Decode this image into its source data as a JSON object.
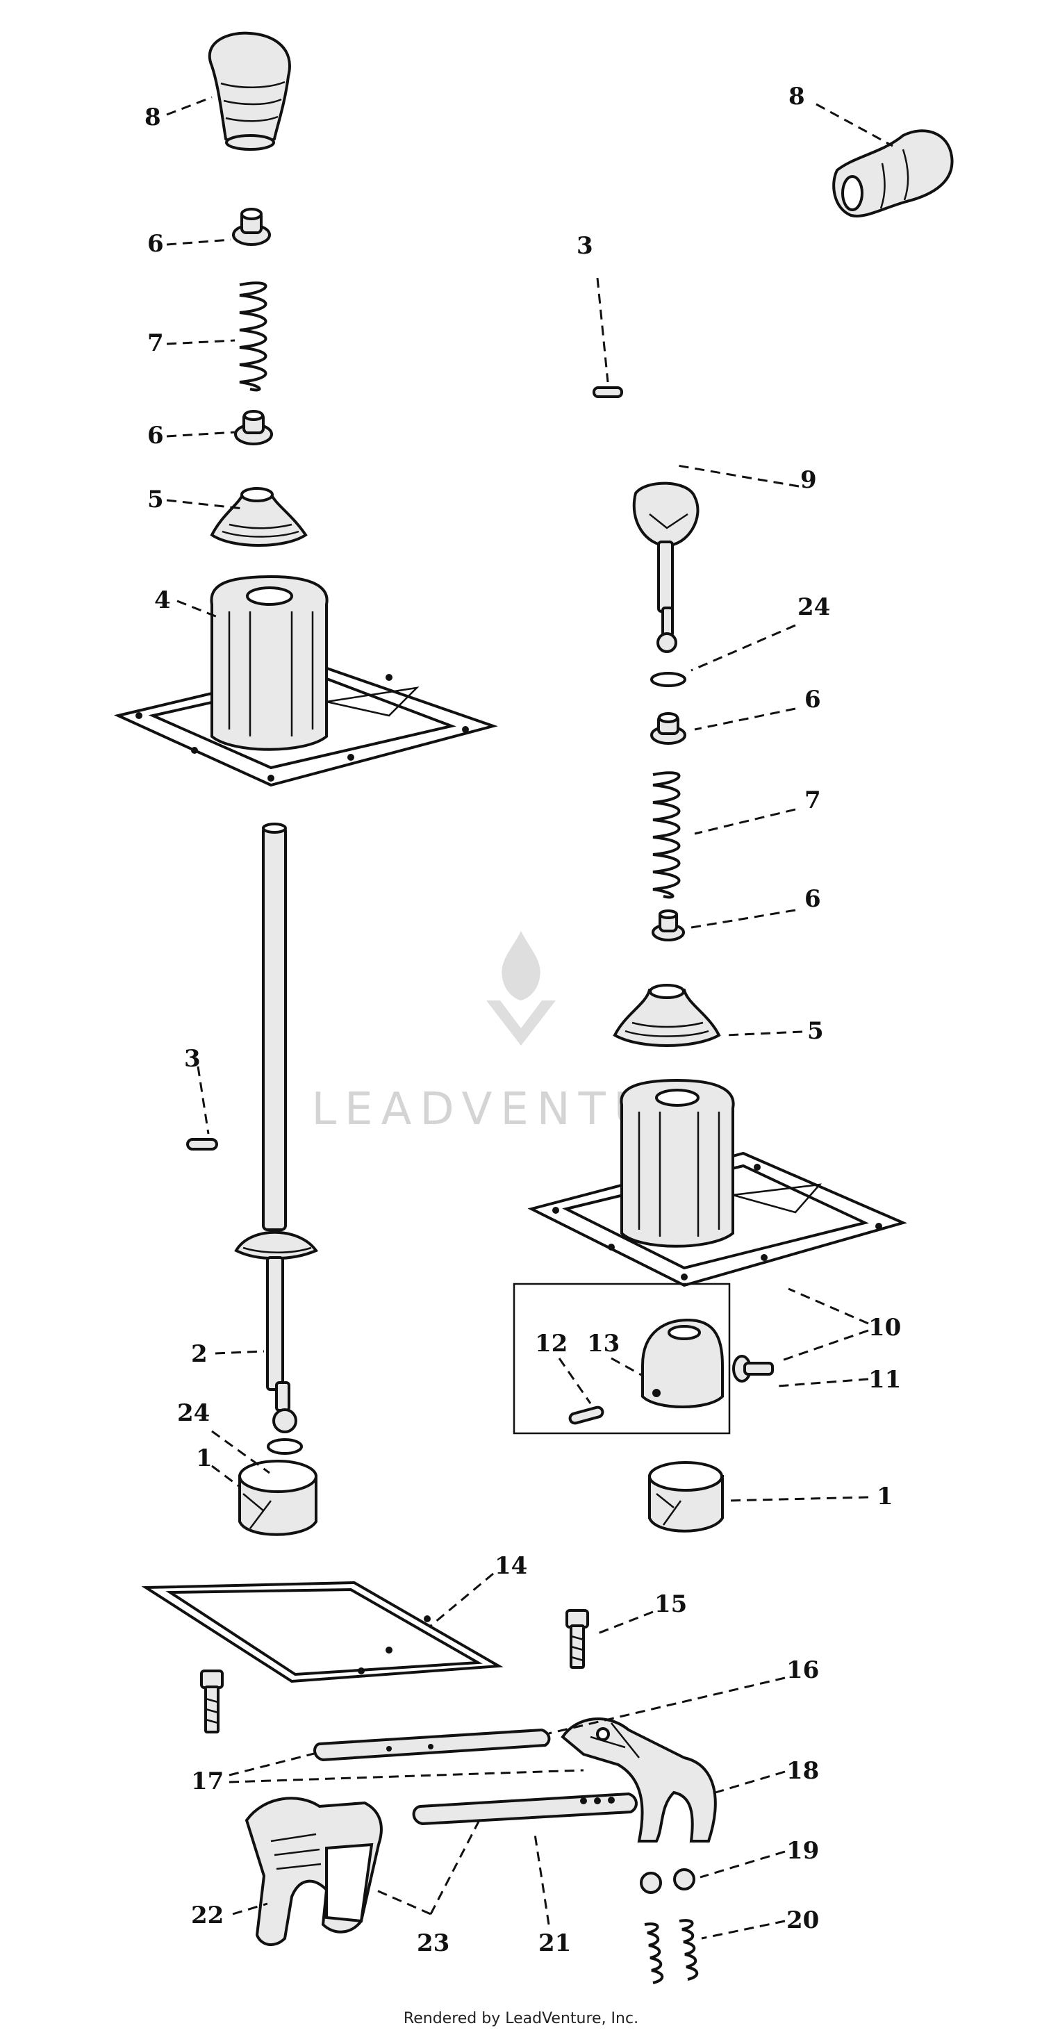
{
  "callouts": {
    "c8a": "8",
    "c6a": "6",
    "c7a": "7",
    "c6b": "6",
    "c5a": "5",
    "c4": "4",
    "c3a": "3",
    "c2": "2",
    "c24a": "24",
    "c1a": "1",
    "c8b": "8",
    "c3b": "3",
    "c9": "9",
    "c24b": "24",
    "c6c": "6",
    "c7b": "7",
    "c6d": "6",
    "c5b": "5",
    "c10": "10",
    "c11": "11",
    "c12": "12",
    "c13": "13",
    "c1b": "1",
    "c14": "14",
    "c15": "15",
    "c16": "16",
    "c17": "17",
    "c18": "18",
    "c19": "19",
    "c20": "20",
    "c21": "21",
    "c22": "22",
    "c23": "23"
  },
  "watermark": "LEADVENTURE",
  "footer": "Rendered by LeadVenture, Inc."
}
